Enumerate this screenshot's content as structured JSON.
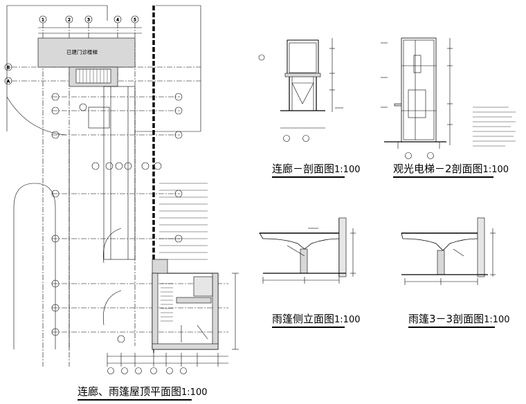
{
  "drawing": {
    "views": [
      {
        "id": "plan",
        "title": "连廊、雨篷屋顶平面图",
        "scale": "1:100"
      },
      {
        "id": "corridor",
        "title": "连廊－剖面图",
        "scale": "1:100"
      },
      {
        "id": "elevator",
        "title": "观光电梯－2剖面图",
        "scale": "1:100"
      },
      {
        "id": "canopy-side",
        "title": "雨篷侧立面图",
        "scale": "1:100"
      },
      {
        "id": "canopy-section",
        "title": "雨篷3－3剖面图",
        "scale": "1:100"
      }
    ],
    "plan_labels": {
      "existing_stair": "已建门诊楼梯"
    },
    "grid_top": [
      "1",
      "2",
      "3",
      "4",
      "5"
    ],
    "grid_left": [
      "B",
      "A"
    ]
  }
}
